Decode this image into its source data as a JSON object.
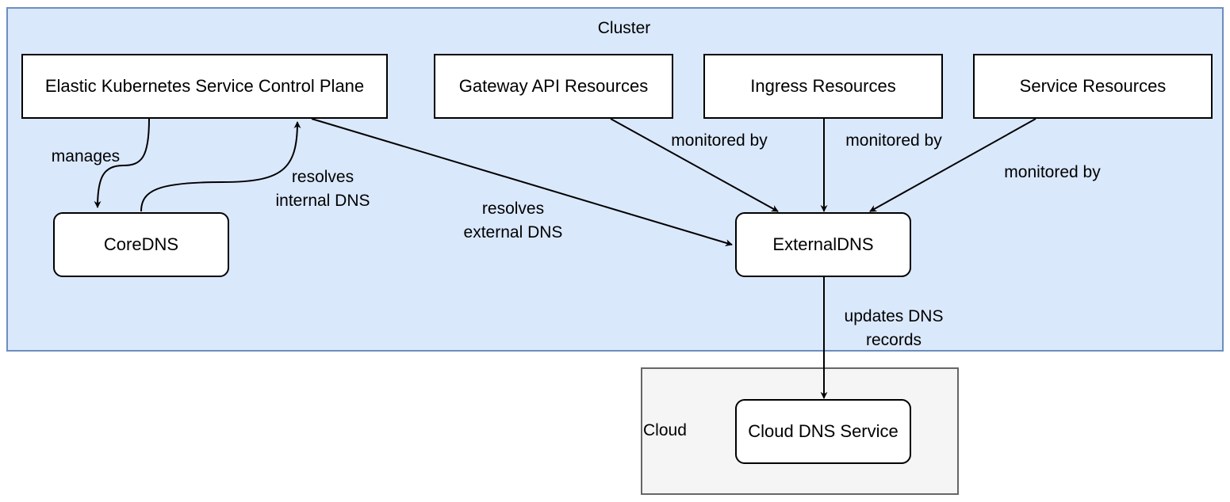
{
  "containers": {
    "cluster": {
      "label": "Cluster"
    },
    "cloud": {
      "label": "Cloud"
    }
  },
  "nodes": {
    "eks": "Elastic Kubernetes Service Control Plane",
    "gateway": "Gateway API Resources",
    "ingress": "Ingress Resources",
    "service": "Service Resources",
    "coredns": "CoreDNS",
    "externaldns": "ExternalDNS",
    "clouddns": "Cloud DNS Service"
  },
  "edges": {
    "manages": "manages",
    "resolves_internal": [
      "resolves",
      "internal DNS"
    ],
    "resolves_external": [
      "resolves",
      "external DNS"
    ],
    "monitored_gateway": "monitored by",
    "monitored_ingress": "monitored by",
    "monitored_service": "monitored by",
    "updates": [
      "updates DNS",
      "records"
    ]
  },
  "colors": {
    "cluster_fill": "#dae8fc",
    "cluster_border": "#6c8ebf",
    "cloud_fill": "#f5f5f5",
    "cloud_border": "#666666"
  }
}
